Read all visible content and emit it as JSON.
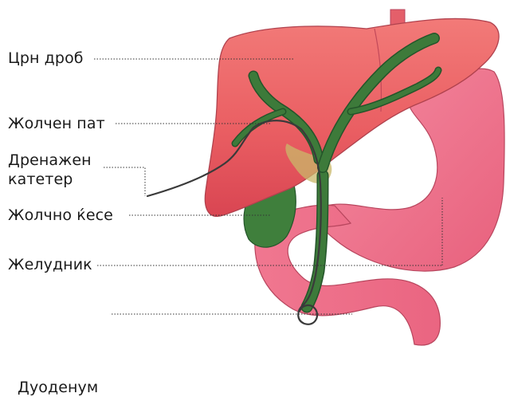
{
  "labels": {
    "liver": "Црн дроб",
    "bile_duct": "Жолчен пат",
    "drainage_catheter_line1": "Дренажен",
    "drainage_catheter_line2": "катетер",
    "gallbladder": "Жолчно ќесе",
    "stomach": "Желудник",
    "duodenum": "Дуоденум"
  },
  "colors": {
    "liver": "#e9585f",
    "liver_light": "#f07f7d",
    "stomach": "#ee6d87",
    "stomach_light": "#f48aa0",
    "bile_green": "#3d7a3a",
    "bile_green_dark": "#24552a",
    "gall_green": "#347b38",
    "leader_line": "#333333",
    "text": "#1a1a1a"
  }
}
